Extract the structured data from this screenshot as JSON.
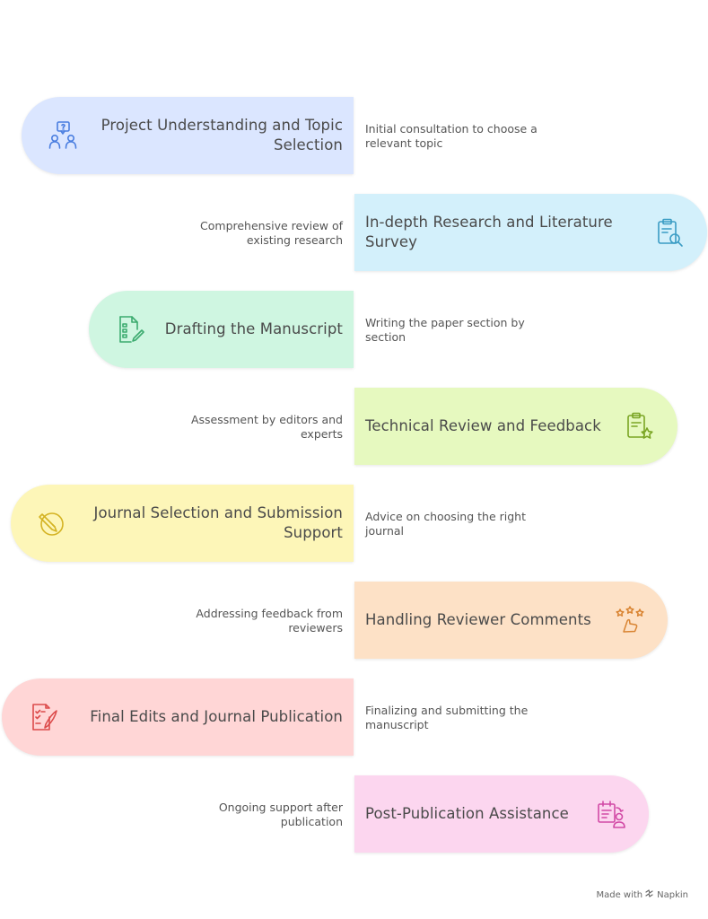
{
  "steps": [
    {
      "title": "Project Understanding and Topic Selection",
      "description": "Initial consultation to choose a relevant topic",
      "icon": "consultation-icon",
      "color": "#dbe6ff",
      "stroke": "#4a7ee0"
    },
    {
      "title": "In-depth Research and Literature Survey",
      "description": "Comprehensive review of existing research",
      "icon": "clipboard-search-icon",
      "color": "#d3f0fb",
      "stroke": "#3a9cc4"
    },
    {
      "title": "Drafting the Manuscript",
      "description": "Writing the paper section by section",
      "icon": "document-edit-icon",
      "color": "#cff6e1",
      "stroke": "#3cab6f"
    },
    {
      "title": "Technical Review and Feedback",
      "description": "Assessment by editors and experts",
      "icon": "clipboard-star-icon",
      "color": "#e6f9bf",
      "stroke": "#7aa524"
    },
    {
      "title": "Journal Selection and Submission Support",
      "description": "Advice on choosing the right journal",
      "icon": "pencil-circle-icon",
      "color": "#fdf6b8",
      "stroke": "#d4b323"
    },
    {
      "title": "Handling Reviewer Comments",
      "description": "Addressing feedback from reviewers",
      "icon": "stars-hand-icon",
      "color": "#fde1c6",
      "stroke": "#d98432"
    },
    {
      "title": "Final Edits and Journal Publication",
      "description": "Finalizing and submitting the manuscript",
      "icon": "checklist-pen-icon",
      "color": "#ffd6d6",
      "stroke": "#dc4b4b"
    },
    {
      "title": "Post-Publication Assistance",
      "description": "Ongoing support after publication",
      "icon": "calendar-person-icon",
      "color": "#fcd6ef",
      "stroke": "#d24aa6"
    }
  ],
  "footer": {
    "made_with": "Made with",
    "brand": "Napkin"
  }
}
